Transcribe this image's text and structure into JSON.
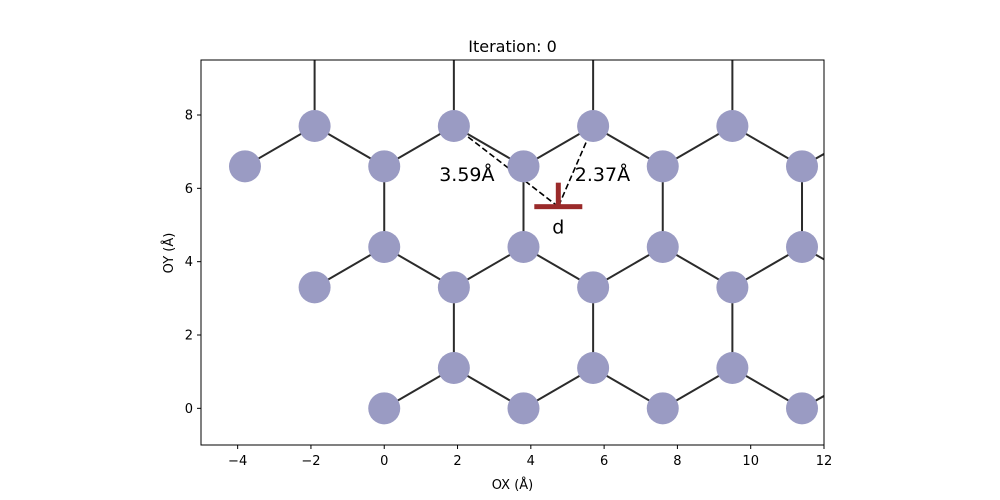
{
  "chart_data": {
    "type": "scatter",
    "title": "Iteration: 0",
    "xlabel": "OX (Å)",
    "ylabel": "OY (Å)",
    "xlim": [
      -5,
      12
    ],
    "ylim": [
      -1,
      9.5
    ],
    "xticks": [
      -4,
      -2,
      0,
      2,
      4,
      6,
      8,
      10,
      12
    ],
    "xtick_labels": [
      "−4",
      "−2",
      "0",
      "2",
      "4",
      "6",
      "8",
      "10",
      "12"
    ],
    "yticks": [
      0,
      2,
      4,
      6,
      8
    ],
    "ytick_labels": [
      "0",
      "2",
      "4",
      "6",
      "8"
    ],
    "grid": false,
    "atom_color": "#9a9bc3",
    "bond_color": "#2b2b2b",
    "dislocation_color": "#9a2a2a",
    "atoms": [
      {
        "x": 0.0,
        "y": 0.0
      },
      {
        "x": 3.8,
        "y": 0.0
      },
      {
        "x": 7.6,
        "y": 0.0
      },
      {
        "x": 11.4,
        "y": 0.0
      },
      {
        "x": 1.9,
        "y": 1.1
      },
      {
        "x": 5.7,
        "y": 1.1
      },
      {
        "x": 9.5,
        "y": 1.1
      },
      {
        "x": -1.9,
        "y": 3.3
      },
      {
        "x": 1.9,
        "y": 3.3
      },
      {
        "x": 5.7,
        "y": 3.3
      },
      {
        "x": 9.5,
        "y": 3.3
      },
      {
        "x": 0.0,
        "y": 4.4
      },
      {
        "x": 3.8,
        "y": 4.4
      },
      {
        "x": 7.6,
        "y": 4.4
      },
      {
        "x": 11.4,
        "y": 4.4
      },
      {
        "x": -3.8,
        "y": 6.6
      },
      {
        "x": 0.0,
        "y": 6.6
      },
      {
        "x": 3.8,
        "y": 6.6
      },
      {
        "x": 7.6,
        "y": 6.6
      },
      {
        "x": 11.4,
        "y": 6.6
      },
      {
        "x": -1.9,
        "y": 7.7
      },
      {
        "x": 1.9,
        "y": 7.7
      },
      {
        "x": 5.7,
        "y": 7.7
      },
      {
        "x": 9.5,
        "y": 7.7
      }
    ],
    "bonds": [
      [
        [
          0.0,
          0.0
        ],
        [
          1.9,
          1.1
        ]
      ],
      [
        [
          1.9,
          1.1
        ],
        [
          3.8,
          0.0
        ]
      ],
      [
        [
          3.8,
          0.0
        ],
        [
          5.7,
          1.1
        ]
      ],
      [
        [
          5.7,
          1.1
        ],
        [
          7.6,
          0.0
        ]
      ],
      [
        [
          7.6,
          0.0
        ],
        [
          9.5,
          1.1
        ]
      ],
      [
        [
          9.5,
          1.1
        ],
        [
          11.4,
          0.0
        ]
      ],
      [
        [
          11.4,
          0.0
        ],
        [
          12.2,
          0.45
        ]
      ],
      [
        [
          1.9,
          1.1
        ],
        [
          1.9,
          3.3
        ]
      ],
      [
        [
          5.7,
          1.1
        ],
        [
          5.7,
          3.3
        ]
      ],
      [
        [
          9.5,
          1.1
        ],
        [
          9.5,
          3.3
        ]
      ],
      [
        [
          -1.9,
          3.3
        ],
        [
          0.0,
          4.4
        ]
      ],
      [
        [
          0.0,
          4.4
        ],
        [
          1.9,
          3.3
        ]
      ],
      [
        [
          1.9,
          3.3
        ],
        [
          3.8,
          4.4
        ]
      ],
      [
        [
          3.8,
          4.4
        ],
        [
          5.7,
          3.3
        ]
      ],
      [
        [
          5.7,
          3.3
        ],
        [
          7.6,
          4.4
        ]
      ],
      [
        [
          7.6,
          4.4
        ],
        [
          9.5,
          3.3
        ]
      ],
      [
        [
          9.5,
          3.3
        ],
        [
          11.4,
          4.4
        ]
      ],
      [
        [
          11.4,
          4.4
        ],
        [
          12.2,
          3.95
        ]
      ],
      [
        [
          0.0,
          4.4
        ],
        [
          0.0,
          6.6
        ]
      ],
      [
        [
          3.8,
          4.4
        ],
        [
          3.8,
          6.6
        ]
      ],
      [
        [
          7.6,
          4.4
        ],
        [
          7.6,
          6.6
        ]
      ],
      [
        [
          11.4,
          4.4
        ],
        [
          11.4,
          6.6
        ]
      ],
      [
        [
          -3.8,
          6.6
        ],
        [
          -1.9,
          7.7
        ]
      ],
      [
        [
          -1.9,
          7.7
        ],
        [
          0.0,
          6.6
        ]
      ],
      [
        [
          0.0,
          6.6
        ],
        [
          1.9,
          7.7
        ]
      ],
      [
        [
          1.9,
          7.7
        ],
        [
          3.8,
          6.6
        ]
      ],
      [
        [
          3.8,
          6.6
        ],
        [
          5.7,
          7.7
        ]
      ],
      [
        [
          5.7,
          7.7
        ],
        [
          7.6,
          6.6
        ]
      ],
      [
        [
          7.6,
          6.6
        ],
        [
          9.5,
          7.7
        ]
      ],
      [
        [
          9.5,
          7.7
        ],
        [
          11.4,
          6.6
        ]
      ],
      [
        [
          11.4,
          6.6
        ],
        [
          12.2,
          7.05
        ]
      ],
      [
        [
          -1.9,
          7.7
        ],
        [
          -1.9,
          9.5
        ]
      ],
      [
        [
          1.9,
          7.7
        ],
        [
          1.9,
          9.5
        ]
      ],
      [
        [
          5.7,
          7.7
        ],
        [
          5.7,
          9.5
        ]
      ],
      [
        [
          9.5,
          7.7
        ],
        [
          9.5,
          9.5
        ]
      ]
    ],
    "dislocation": {
      "x": 4.75,
      "y": 5.5,
      "label": "d"
    },
    "distance_lines": [
      {
        "from": [
          1.9,
          7.7
        ],
        "to": [
          4.75,
          5.5
        ],
        "label": "3.59Å",
        "label_x": 1.5,
        "label_y": 6.2
      },
      {
        "from": [
          5.7,
          7.7
        ],
        "to": [
          4.75,
          5.5
        ],
        "label": "2.37Å",
        "label_x": 5.2,
        "label_y": 6.2
      }
    ]
  }
}
